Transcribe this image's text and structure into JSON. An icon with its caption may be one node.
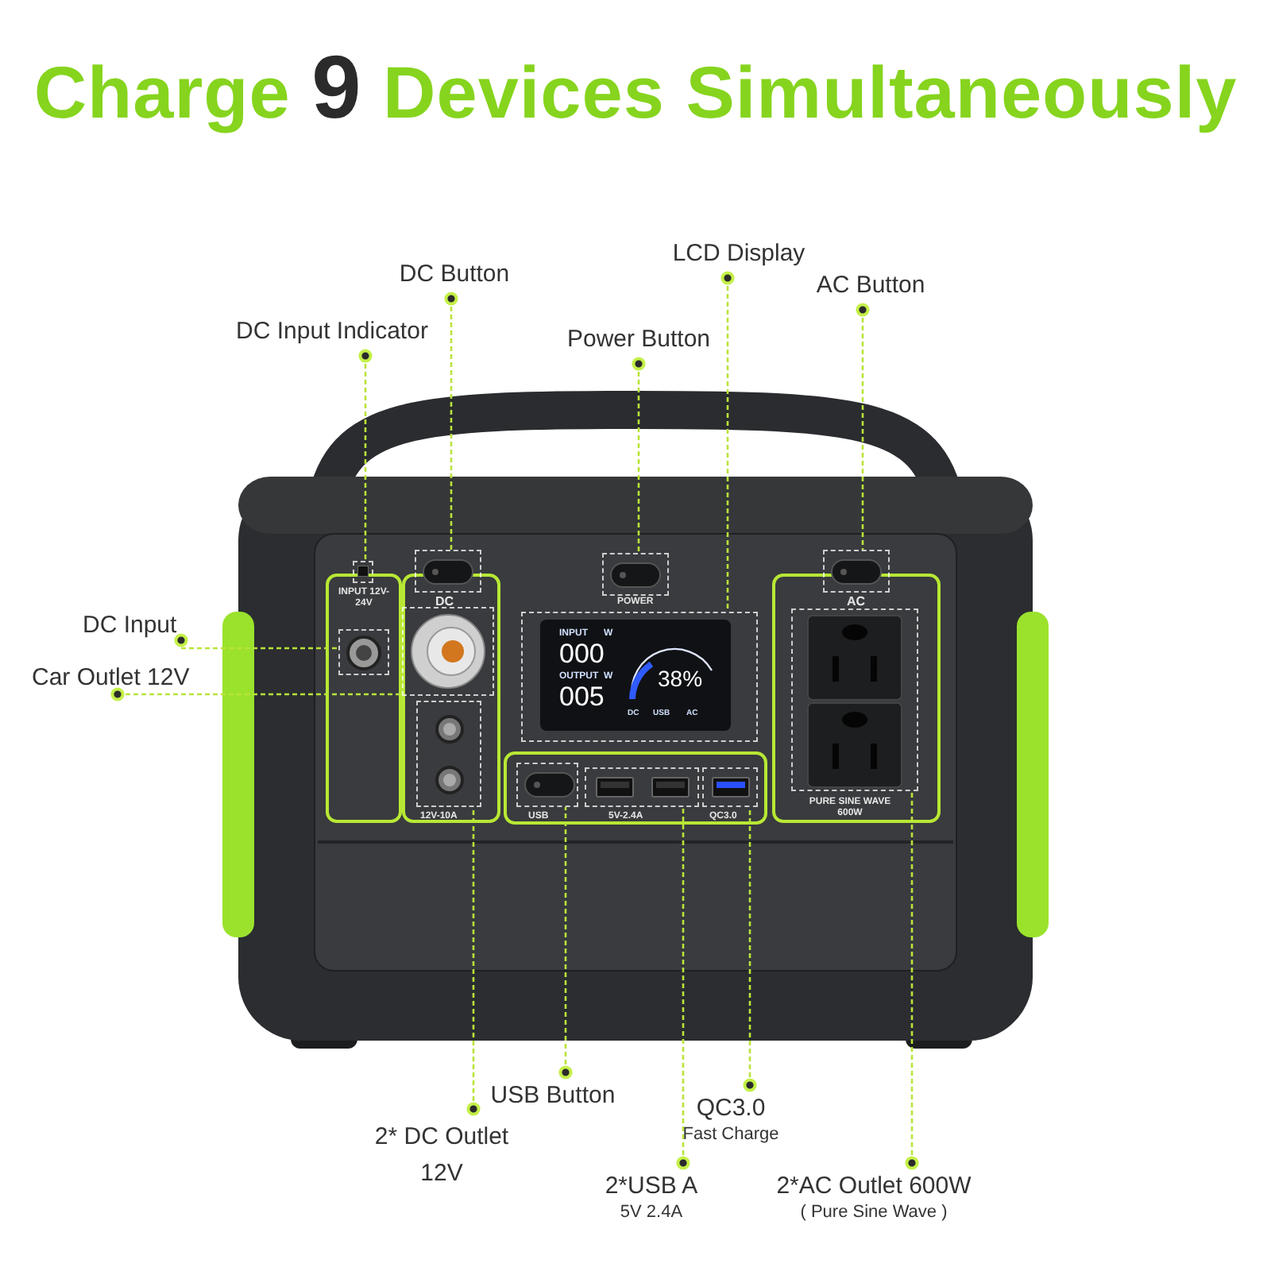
{
  "diagram": {
    "title": "Charge **9** Devices Simultaneously",
    "nodes": [
      {
        "text": [
          "DC Input Indicator"
        ]
      },
      {
        "text": [
          "DC Button"
        ]
      },
      {
        "text": [
          "Power Button"
        ]
      },
      {
        "text": [
          "LCD Display"
        ]
      },
      {
        "text": [
          "AC Button"
        ]
      },
      {
        "text": [
          "DC Input"
        ]
      },
      {
        "text": [
          "Car Outlet 12V"
        ]
      },
      {
        "text": [
          "USB Button"
        ]
      },
      {
        "text": [
          "2* DC Outlet 12V"
        ]
      },
      {
        "text": [
          "QC3.0",
          "Fast Charge"
        ]
      },
      {
        "text": [
          "2*USB A",
          "5V 2.4A"
        ]
      },
      {
        "text": [
          "2*AC Outlet 600W",
          "( Pure Sine Wave )"
        ]
      },
      {
        "text": [],
        "shape": "box",
        "beside": [
          "INPUT 12V-24V"
        ]
      },
      {
        "text": [],
        "shape": "box",
        "beside": [
          "DC"
        ]
      },
      {
        "text": [],
        "shape": "box",
        "beside": [
          "POWER"
        ]
      },
      {
        "text": [],
        "shape": "box"
      },
      {
        "text": [],
        "shape": "box",
        "beside": [
          "AC"
        ]
      },
      {
        "text": [],
        "shape": "box"
      },
      {
        "text": [],
        "shape": "box"
      },
      {
        "text": [],
        "shape": "box",
        "beside": [
          "USB"
        ]
      },
      {
        "text": [],
        "shape": "box",
        "beside": [
          "12V-10A"
        ]
      },
      {
        "text": [],
        "shape": "box",
        "beside": [
          "QC3.0"
        ]
      },
      {
        "text": [],
        "shape": "box",
        "beside": [
          "5V-2.4A"
        ]
      },
      {
        "text": [],
        "shape": "box",
        "beside": [
          "PURE SINE WAVE 600W"
        ]
      }
    ],
    "edges": [
      {
        "from": 0,
        "to": 12,
        "arrow": "other"
      },
      {
        "from": 1,
        "to": 13,
        "arrow": "other"
      },
      {
        "from": 2,
        "to": 14,
        "arrow": "other"
      },
      {
        "from": 3,
        "to": 15,
        "arrow": "other"
      },
      {
        "from": 4,
        "to": 16,
        "arrow": "other"
      },
      {
        "from": 5,
        "to": 17,
        "arrow": "other"
      },
      {
        "from": 6,
        "to": 18,
        "arrow": "other"
      },
      {
        "from": 7,
        "to": 19,
        "arrow": "other"
      },
      {
        "from": 8,
        "to": 20,
        "arrow": "other"
      },
      {
        "from": 9,
        "to": 21,
        "arrow": "other"
      },
      {
        "from": 10,
        "to": 22,
        "arrow": "other"
      },
      {
        "from": 11,
        "to": 23,
        "arrow": "other"
      }
    ],
    "labels": [
      "INPUT",
      "W",
      "000",
      "OUTPUT",
      "W",
      "005",
      "38%",
      "DC",
      "USB",
      "AC"
    ]
  }
}
